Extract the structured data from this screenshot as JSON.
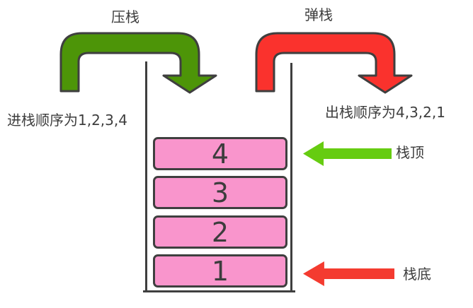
{
  "diagram": {
    "push_label": "压栈",
    "pop_label": "弹栈",
    "push_order_text": "进栈顺序为1,2,3,4",
    "pop_order_text": "出栈顺序为4,3,2,1",
    "stack_top_label": "栈顶",
    "stack_bottom_label": "栈底",
    "stack_items": [
      "4",
      "3",
      "2",
      "1"
    ],
    "colors": {
      "push_arrow_fill": "#4d9508",
      "pop_arrow_fill": "#fa322d",
      "top_pointer_fill": "#66cc11",
      "bottom_pointer_fill": "#f43b30",
      "box_fill": "#f995cc",
      "outline": "#3f3f3f",
      "text": "#3d3d3d"
    }
  }
}
